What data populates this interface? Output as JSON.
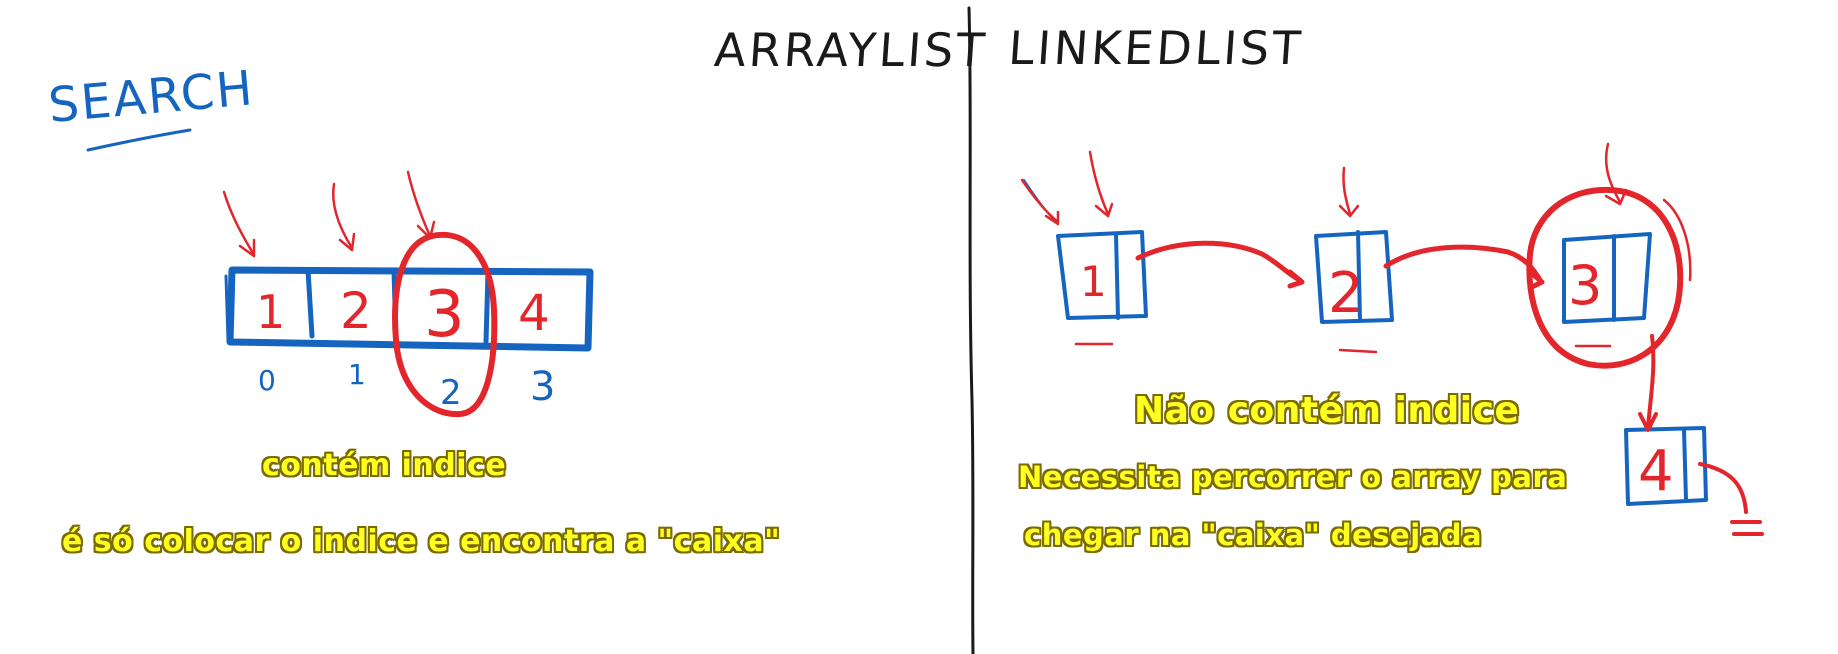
{
  "headings": {
    "arraylist": "ArrayList",
    "linkedlist": "LinkedList",
    "search": "Search"
  },
  "array": {
    "cells": [
      "1",
      "2",
      "3",
      "4"
    ],
    "indices": [
      "0",
      "1",
      "2",
      "3"
    ],
    "highlighted_index": 2
  },
  "linked_list": {
    "nodes": [
      "1",
      "2",
      "3",
      "4"
    ],
    "highlighted_node": 3
  },
  "captions": {
    "array_line1": "contém indice",
    "array_line2": "é só colocar o indice e encontra a \"caixa\"",
    "linked_title": "Não contém indice",
    "linked_line1": "Necessita percorrer o array para",
    "linked_line2": "chegar na \"caixa\" desejada"
  },
  "colors": {
    "ink_black": "#1a1a1a",
    "ink_blue": "#1565c0",
    "ink_red": "#e3262b",
    "caption_fill": "#ffff22"
  }
}
